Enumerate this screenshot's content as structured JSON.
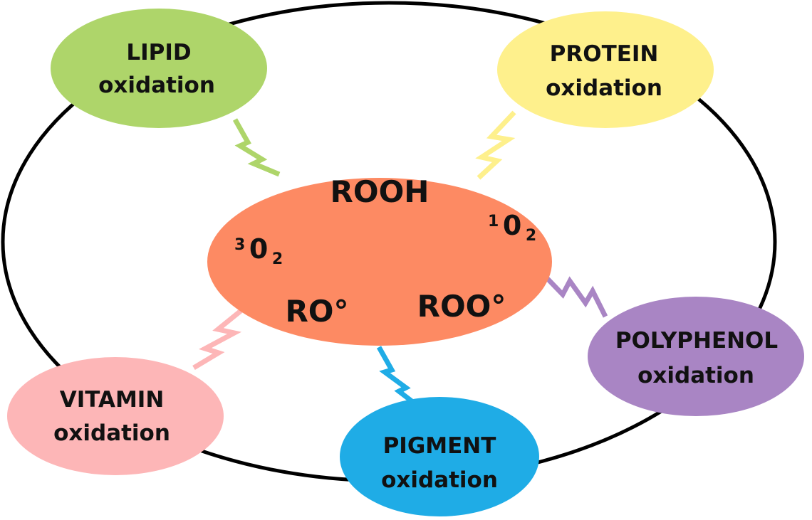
{
  "center": {
    "color": "#FD8A63",
    "species": {
      "rooh": "ROOH",
      "ro": "RO°",
      "roo": "ROO°",
      "triplet": {
        "sup": "3",
        "base": "0",
        "sub": "2"
      },
      "singlet": {
        "sup": "1",
        "base": "0",
        "sub": "2"
      }
    }
  },
  "nodes": [
    {
      "id": "lipid",
      "line1": "LIPID",
      "line2": "oxidation",
      "color": "#AED56A"
    },
    {
      "id": "protein",
      "line1": "PROTEIN",
      "line2": "oxidation",
      "color": "#FEF08C"
    },
    {
      "id": "polyphenol",
      "line1": "POLYPHENOL",
      "line2": "oxidation",
      "color": "#A985C4"
    },
    {
      "id": "pigment",
      "line1": "PIGMENT",
      "line2": "oxidation",
      "color": "#1FACE6"
    },
    {
      "id": "vitamin",
      "line1": "VITAMIN",
      "line2": "oxidation",
      "color": "#FDB6B7"
    }
  ]
}
